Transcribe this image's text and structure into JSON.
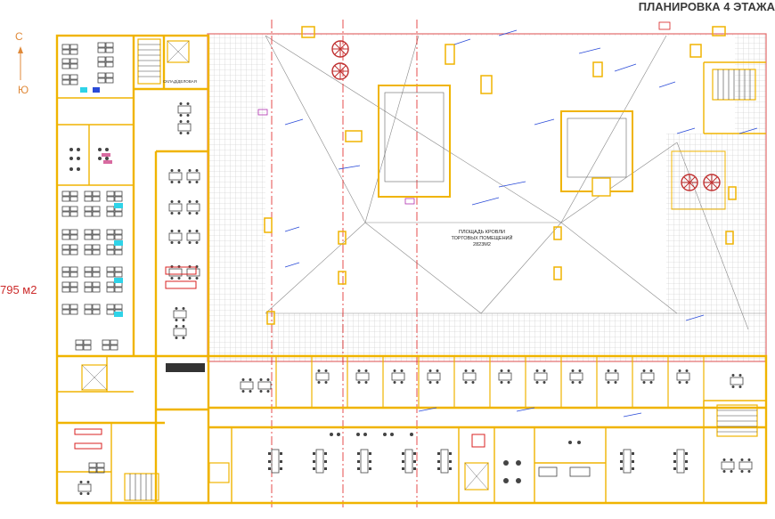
{
  "title": "ПЛАНИРОВКА 4 ЭТАЖА",
  "compass": {
    "north": "С",
    "south": "Ю"
  },
  "area_label": "795 м2",
  "roof_label": {
    "line1": "ПЛОЩАДЬ КРОВЛИ",
    "line2": "ТОРГОВЫХ ПОМЕЩЕНИЙ",
    "line3": "2823М2"
  },
  "stair_label": "СКЛАД/ДЕЛОВАЯ",
  "colors": {
    "wall": "#f0b400",
    "roof_border": "#e36a6a",
    "axis": "#e02020",
    "grid": "#c8c8c8",
    "furniture": "#444444",
    "accent_cyan": "#2fd3e8",
    "accent_blue": "#2a4bd8",
    "accent_red": "#d82020"
  }
}
